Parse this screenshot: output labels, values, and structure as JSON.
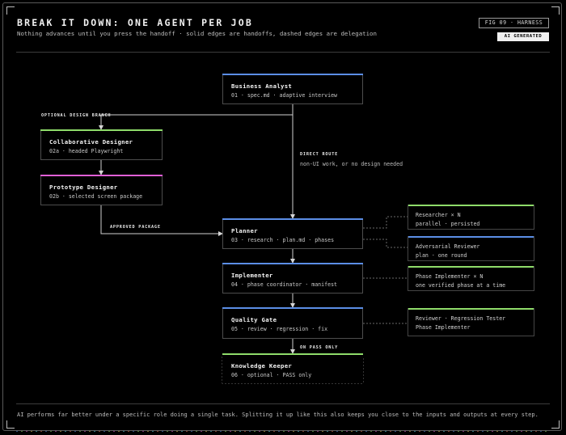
{
  "header": {
    "title": "BREAK IT DOWN: ONE AGENT PER JOB",
    "subtitle": "Nothing advances until you press the handoff · solid edges are handoffs, dashed edges are delegation",
    "fig": "FIG 09 · HARNESS",
    "ai_badge": "AI GENERATED"
  },
  "colors": {
    "blue": "#5b8ee6",
    "green": "#8fdc6a",
    "pink": "#e15fd6",
    "edge": "#cfcfcf",
    "dashed": "#6a6a6a"
  },
  "nodes": {
    "business_analyst": {
      "name": "Business Analyst",
      "desc": "01 · spec.md · adaptive interview"
    },
    "collab_designer": {
      "name": "Collaborative Designer",
      "desc": "02a · headed Playwright"
    },
    "prototype_designer": {
      "name": "Prototype Designer",
      "desc": "02b · selected screen package"
    },
    "planner": {
      "name": "Planner",
      "desc": "03 · research · plan.md · phases"
    },
    "implementer": {
      "name": "Implementer",
      "desc": "04 · phase coordinator · manifest"
    },
    "quality_gate": {
      "name": "Quality Gate",
      "desc": "05 · review · regression · fix"
    },
    "knowledge_keeper": {
      "name": "Knowledge Keeper",
      "desc": "06 · optional · PASS only"
    }
  },
  "side_nodes": {
    "researcher": {
      "line1": "Researcher × N",
      "line2": "parallel · persisted"
    },
    "adversarial": {
      "line1": "Adversarial Reviewer",
      "line2": "plan · one round"
    },
    "phase_impl": {
      "line1": "Phase Implementer × N",
      "line2": "one verified phase at a time"
    },
    "reviewer": {
      "line1": "Reviewer · Regression Tester",
      "line2": "Phase Implementer"
    }
  },
  "labels": {
    "optional_branch": "OPTIONAL DESIGN BRANCH",
    "direct_route": "DIRECT ROUTE",
    "direct_route_note": "non-UI work, or no design needed",
    "approved_package": "APPROVED PACKAGE",
    "on_pass_only": "ON PASS ONLY"
  },
  "footer": "AI performs far better under a specific role doing a single task. Splitting it up like this also keeps you close to the inputs and outputs at every step."
}
